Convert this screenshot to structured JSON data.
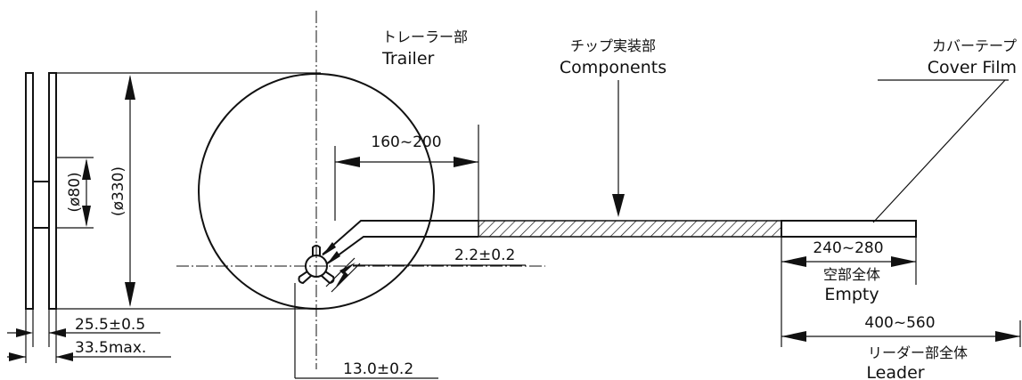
{
  "labels": {
    "trailer_jp": "トレーラー部",
    "trailer_en": "Trailer",
    "components_jp": "チップ実装部",
    "components_en": "Components",
    "cover_jp": "カバーテープ",
    "cover_en": "Cover Film",
    "empty_jp": "空部全体",
    "empty_en": "Empty",
    "leader_jp": "リーダー部全体",
    "leader_en": "Leader"
  },
  "dimensions": {
    "trailer_len": "160~200",
    "hub_slot": "2.2±0.2",
    "empty_len": "240~280",
    "leader_len": "400~560",
    "hub_dia": "(ø80)",
    "reel_dia": "(ø330)",
    "width_inner": "25.5±0.5",
    "width_max": "33.5max.",
    "arbor": "13.0±0.2"
  },
  "colors": {
    "line": "#111111",
    "background": "#ffffff"
  }
}
